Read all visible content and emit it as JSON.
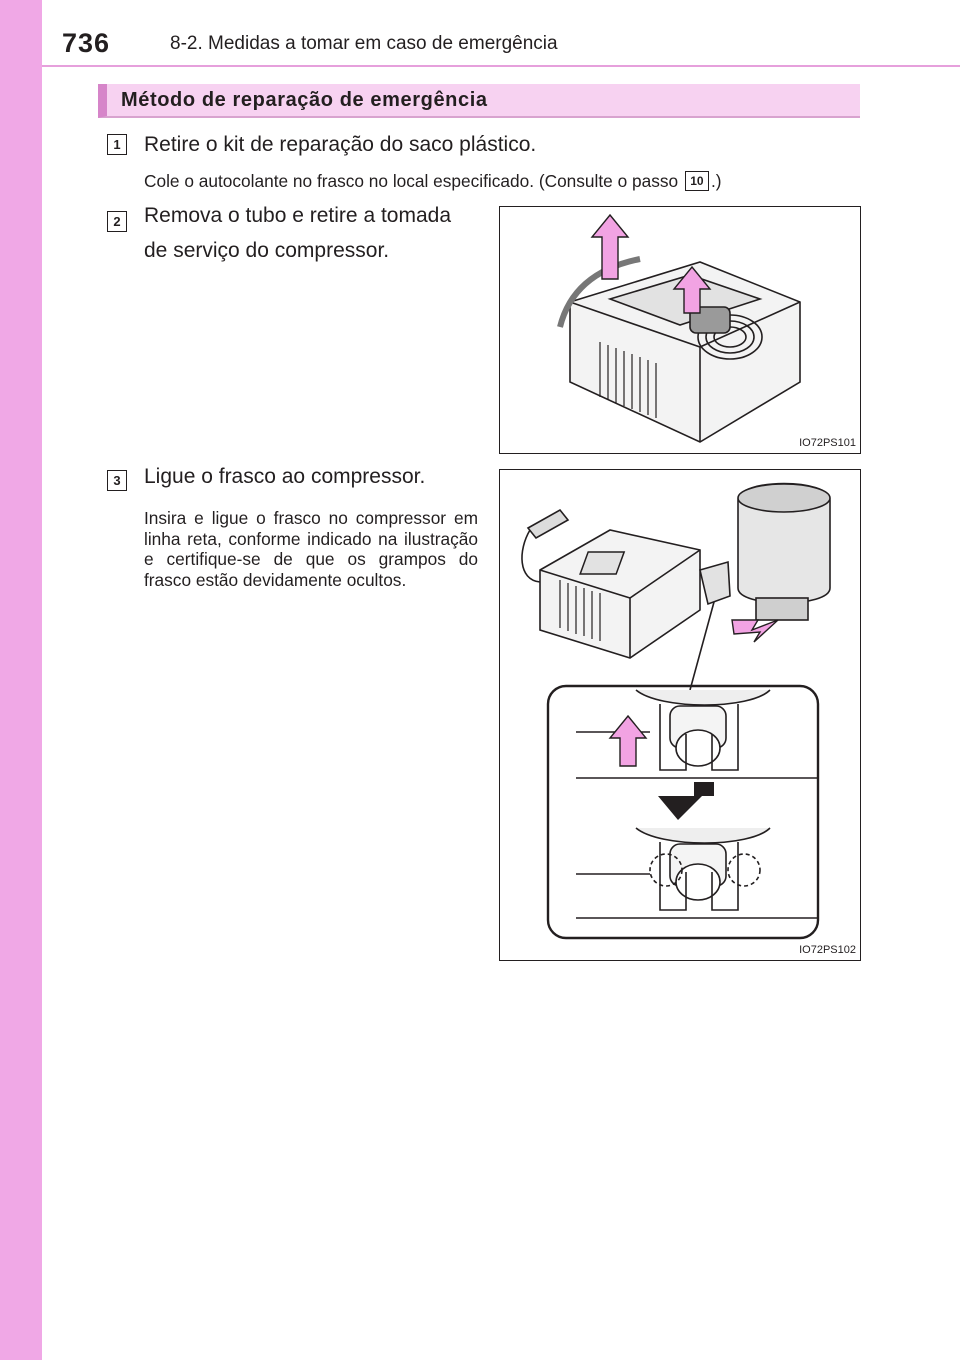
{
  "header": {
    "page_number": "736",
    "chapter_title": "8-2. Medidas a tomar em caso de emergência"
  },
  "section": {
    "title": "Método de reparação de emergência"
  },
  "steps": [
    {
      "number": "1",
      "title": "Retire o kit de reparação do saco plástico.",
      "note_before": "Cole o autocolante no frasco no local especificado. (Consulte o passo",
      "note_ref": "10",
      "note_after": ".)"
    },
    {
      "number": "2",
      "title": "Remova o tubo e retire a tomada de serviço do compressor.",
      "figure_code": "IO72PS101"
    },
    {
      "number": "3",
      "title": "Ligue o frasco ao compressor.",
      "note": "Insira e ligue o frasco no compressor em linha reta, conforme indicado na ilustração e certifique-se de que os grampos do frasco estão devidamente ocultos.",
      "figure_code": "IO72PS102"
    }
  ],
  "colors": {
    "side_tab": "#f0a8e6",
    "section_bar": "#f7d2f1",
    "section_accent": "#d685c9",
    "arrow_pink": "#f2a3e3"
  }
}
